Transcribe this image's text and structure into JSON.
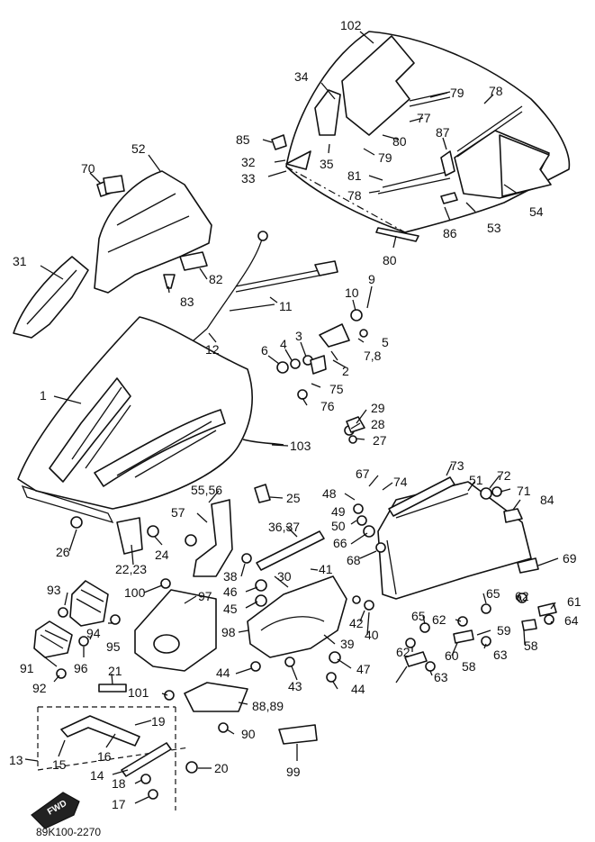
{
  "diagram_code": "89K100-2270",
  "fwd_label": "FWD",
  "callouts": [
    {
      "key": "c102",
      "text": "102"
    },
    {
      "key": "c34",
      "text": "34"
    },
    {
      "key": "c79a",
      "text": "79"
    },
    {
      "key": "c78a",
      "text": "78"
    },
    {
      "key": "c77",
      "text": "77"
    },
    {
      "key": "c85",
      "text": "85"
    },
    {
      "key": "c80a",
      "text": "80"
    },
    {
      "key": "c87",
      "text": "87"
    },
    {
      "key": "c32",
      "text": "32"
    },
    {
      "key": "c35",
      "text": "35"
    },
    {
      "key": "c79b",
      "text": "79"
    },
    {
      "key": "c33",
      "text": "33"
    },
    {
      "key": "c81",
      "text": "81"
    },
    {
      "key": "c78b",
      "text": "78"
    },
    {
      "key": "c53",
      "text": "53"
    },
    {
      "key": "c54",
      "text": "54"
    },
    {
      "key": "c86",
      "text": "86"
    },
    {
      "key": "c80b",
      "text": "80"
    },
    {
      "key": "c52",
      "text": "52"
    },
    {
      "key": "c70",
      "text": "70"
    },
    {
      "key": "c31",
      "text": "31"
    },
    {
      "key": "c82",
      "text": "82"
    },
    {
      "key": "c83",
      "text": "83"
    },
    {
      "key": "c10",
      "text": "10"
    },
    {
      "key": "c9",
      "text": "9"
    },
    {
      "key": "c11",
      "text": "11"
    },
    {
      "key": "c12",
      "text": "12"
    },
    {
      "key": "c5",
      "text": "5"
    },
    {
      "key": "c6",
      "text": "6"
    },
    {
      "key": "c4",
      "text": "4"
    },
    {
      "key": "c3",
      "text": "3"
    },
    {
      "key": "c78c",
      "text": "7,8"
    },
    {
      "key": "c2",
      "text": "2"
    },
    {
      "key": "c75",
      "text": "75"
    },
    {
      "key": "c1",
      "text": "1"
    },
    {
      "key": "c76",
      "text": "76"
    },
    {
      "key": "c29",
      "text": "29"
    },
    {
      "key": "c28",
      "text": "28"
    },
    {
      "key": "c27",
      "text": "27"
    },
    {
      "key": "c103",
      "text": "103"
    },
    {
      "key": "c73",
      "text": "73"
    },
    {
      "key": "c67",
      "text": "67"
    },
    {
      "key": "c74",
      "text": "74"
    },
    {
      "key": "c51",
      "text": "51"
    },
    {
      "key": "c72",
      "text": "72"
    },
    {
      "key": "c71",
      "text": "71"
    },
    {
      "key": "c5556",
      "text": "55,56"
    },
    {
      "key": "c25",
      "text": "25"
    },
    {
      "key": "c48",
      "text": "48"
    },
    {
      "key": "c49",
      "text": "49"
    },
    {
      "key": "c84",
      "text": "84"
    },
    {
      "key": "c50",
      "text": "50"
    },
    {
      "key": "c57",
      "text": "57"
    },
    {
      "key": "c3637",
      "text": "36,37"
    },
    {
      "key": "c66",
      "text": "66"
    },
    {
      "key": "c26",
      "text": "26"
    },
    {
      "key": "c24",
      "text": "24"
    },
    {
      "key": "c68",
      "text": "68"
    },
    {
      "key": "c69",
      "text": "69"
    },
    {
      "key": "c2223",
      "text": "22,23"
    },
    {
      "key": "c38",
      "text": "38"
    },
    {
      "key": "c41",
      "text": "41"
    },
    {
      "key": "c30",
      "text": "30"
    },
    {
      "key": "c46",
      "text": "46"
    },
    {
      "key": "c100",
      "text": "100"
    },
    {
      "key": "c97",
      "text": "97"
    },
    {
      "key": "c65a",
      "text": "65"
    },
    {
      "key": "c62a",
      "text": "62"
    },
    {
      "key": "c61",
      "text": "61"
    },
    {
      "key": "c93",
      "text": "93"
    },
    {
      "key": "c45",
      "text": "45"
    },
    {
      "key": "c42",
      "text": "42"
    },
    {
      "key": "c64",
      "text": "64"
    },
    {
      "key": "c65b",
      "text": "65"
    },
    {
      "key": "c62b",
      "text": "62"
    },
    {
      "key": "c59",
      "text": "59"
    },
    {
      "key": "c95",
      "text": "95"
    },
    {
      "key": "c40",
      "text": "40"
    },
    {
      "key": "c94",
      "text": "94"
    },
    {
      "key": "c98",
      "text": "98"
    },
    {
      "key": "c39",
      "text": "39"
    },
    {
      "key": "c58a",
      "text": "58"
    },
    {
      "key": "c60",
      "text": "60"
    },
    {
      "key": "c63a",
      "text": "63"
    },
    {
      "key": "c62c",
      "text": "62"
    },
    {
      "key": "c91",
      "text": "91"
    },
    {
      "key": "c96",
      "text": "96"
    },
    {
      "key": "c47",
      "text": "47"
    },
    {
      "key": "c58b",
      "text": "58"
    },
    {
      "key": "c63b",
      "text": "63"
    },
    {
      "key": "c44a",
      "text": "44"
    },
    {
      "key": "c92",
      "text": "92"
    },
    {
      "key": "c21",
      "text": "21"
    },
    {
      "key": "c43",
      "text": "43"
    },
    {
      "key": "c44b",
      "text": "44"
    },
    {
      "key": "c101",
      "text": "101"
    },
    {
      "key": "c8889",
      "text": "88,89"
    },
    {
      "key": "c19",
      "text": "19"
    },
    {
      "key": "c90",
      "text": "90"
    },
    {
      "key": "c13",
      "text": "13"
    },
    {
      "key": "c15",
      "text": "15"
    },
    {
      "key": "c16",
      "text": "16"
    },
    {
      "key": "c20",
      "text": "20"
    },
    {
      "key": "c99",
      "text": "99"
    },
    {
      "key": "c14",
      "text": "14"
    },
    {
      "key": "c18",
      "text": "18"
    },
    {
      "key": "c17",
      "text": "17"
    }
  ]
}
